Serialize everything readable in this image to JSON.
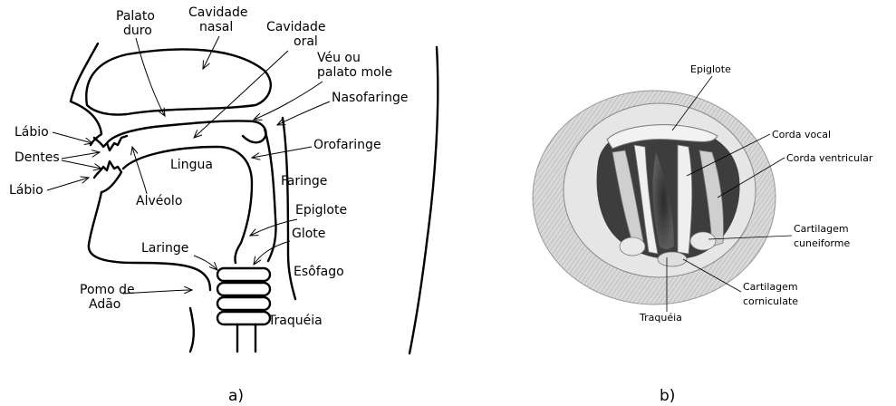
{
  "panel_a": {
    "caption": "a)",
    "labels": {
      "palato_duro_1": "Palato",
      "palato_duro_2": "duro",
      "cavidade_nasal_1": "Cavidade",
      "cavidade_nasal_2": "nasal",
      "cavidade_oral_1": "Cavidade",
      "cavidade_oral_2": "oral",
      "veu_1": "Véu ou",
      "veu_2": "palato mole",
      "nasofaringe": "Nasofaringe",
      "labio_top": "Lábio",
      "dentes": "Dentes",
      "labio_bottom": "Lábio",
      "orofaringe": "Orofaringe",
      "lingua": "Lingua",
      "faringe": "Faringe",
      "alveolo": "Alvéolo",
      "epiglote": "Epiglote",
      "glote": "Glote",
      "laringe": "Laringe",
      "esofago": "Esôfago",
      "pomo_1": "Pomo de",
      "pomo_2": "Adão",
      "traqueia": "Traquéia"
    }
  },
  "panel_b": {
    "caption": "b)",
    "labels": {
      "epiglote": "Epiglote",
      "corda_vocal": "Corda vocal",
      "corda_ventricular": "Corda ventricular",
      "cart_cuneiforme_1": "Cartilagem",
      "cart_cuneiforme_2": "cuneiforme",
      "cart_corniculate_1": "Cartilagem",
      "cart_corniculate_2": "corniculate",
      "traqueia": "Traquéia"
    }
  }
}
